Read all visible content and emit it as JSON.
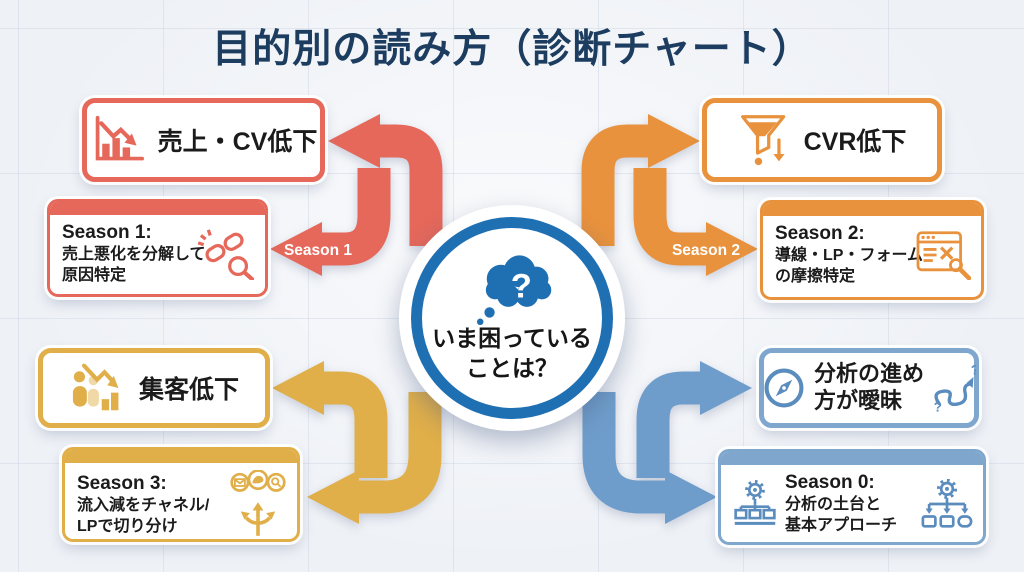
{
  "title": "目的別の読み方（診断チャート）",
  "center": {
    "icon": "thought-bubble-question-icon",
    "question_mark": "?",
    "lines": [
      "いま困っている",
      "ことは？"
    ]
  },
  "quadrants": [
    {
      "position": "top-left",
      "accent_color": "#E5685B",
      "symptom": {
        "label": "売上・CV低下",
        "icon": "declining-sales-chart-icon"
      },
      "arrow_label": "Season 1",
      "season": {
        "title": "Season 1:",
        "lines": [
          "売上悪化を分解して",
          "原因特定"
        ],
        "icon": "broken-chain-magnifier-icon"
      }
    },
    {
      "position": "top-right",
      "accent_color": "#E8923D",
      "symptom": {
        "label": "CVR低下",
        "icon": "funnel-drop-icon"
      },
      "arrow_label": "Season 2",
      "season": {
        "title": "Season 2:",
        "lines": [
          "導線・LP・フォーム",
          "の摩擦特定"
        ],
        "icon": "webpage-wrench-icon"
      }
    },
    {
      "position": "bottom-left",
      "accent_color": "#E0AF4A",
      "symptom": {
        "label": "集客低下",
        "icon": "audience-decline-icon"
      },
      "arrow_label": "",
      "season": {
        "title": "Season 3:",
        "lines": [
          "流入減をチャネル/",
          "LPで切り分け"
        ],
        "icon": "channel-split-icon"
      }
    },
    {
      "position": "bottom-right",
      "accent_color": "#7FA7CE",
      "symptom": {
        "label": "分析の進め方が曖昧",
        "lines": [
          "分析の進め",
          "方が曖昧"
        ],
        "icon": "compass-icon",
        "icon_right": "winding-path-question-icon"
      },
      "arrow_label": "",
      "season": {
        "title": "Season 0:",
        "lines": [
          "分析の土台と",
          "基本アプローチ"
        ],
        "icon_left": "gear-orgchart-icon",
        "icon_right": "gear-workflow-icon"
      }
    }
  ],
  "colors": {
    "background": "#EEF1F6",
    "title_text": "#1D3D60",
    "body_text": "#1B1B1B",
    "center_circle_ring": "#1F6FB3",
    "red": "#E5685B",
    "orange": "#E8923D",
    "yellow": "#E0AF4A",
    "blue_box": "#7FA7CE",
    "blue_arrow": "#6F9DCB",
    "arrow_label_text": "#FFFFFF"
  }
}
